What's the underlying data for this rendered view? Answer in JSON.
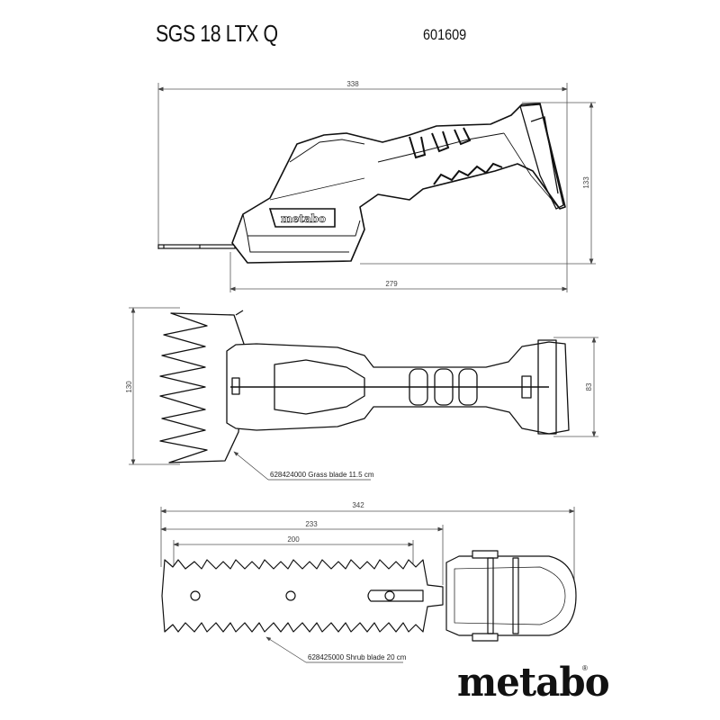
{
  "header": {
    "model": "SGS 18 LTX Q",
    "article_number": "601609"
  },
  "side_view": {
    "dim_overall_length": "338",
    "dim_body_length": "279",
    "dim_height": "133",
    "housing_logo": "metabo"
  },
  "top_view_grass": {
    "dim_blade_width": "130",
    "dim_battery_width": "83",
    "accessory_note": "628424000 Grass blade 11.5 cm"
  },
  "top_view_shrub": {
    "dim_overall_length": "342",
    "dim_blade_length": "233",
    "dim_cutting_length": "200",
    "accessory_note": "628425000 Shrub blade 20 cm"
  },
  "footer": {
    "brand_logo": "metabo",
    "registered": "®"
  },
  "colors": {
    "line": "#111111",
    "dimension_line": "#555555",
    "background": "#ffffff"
  }
}
